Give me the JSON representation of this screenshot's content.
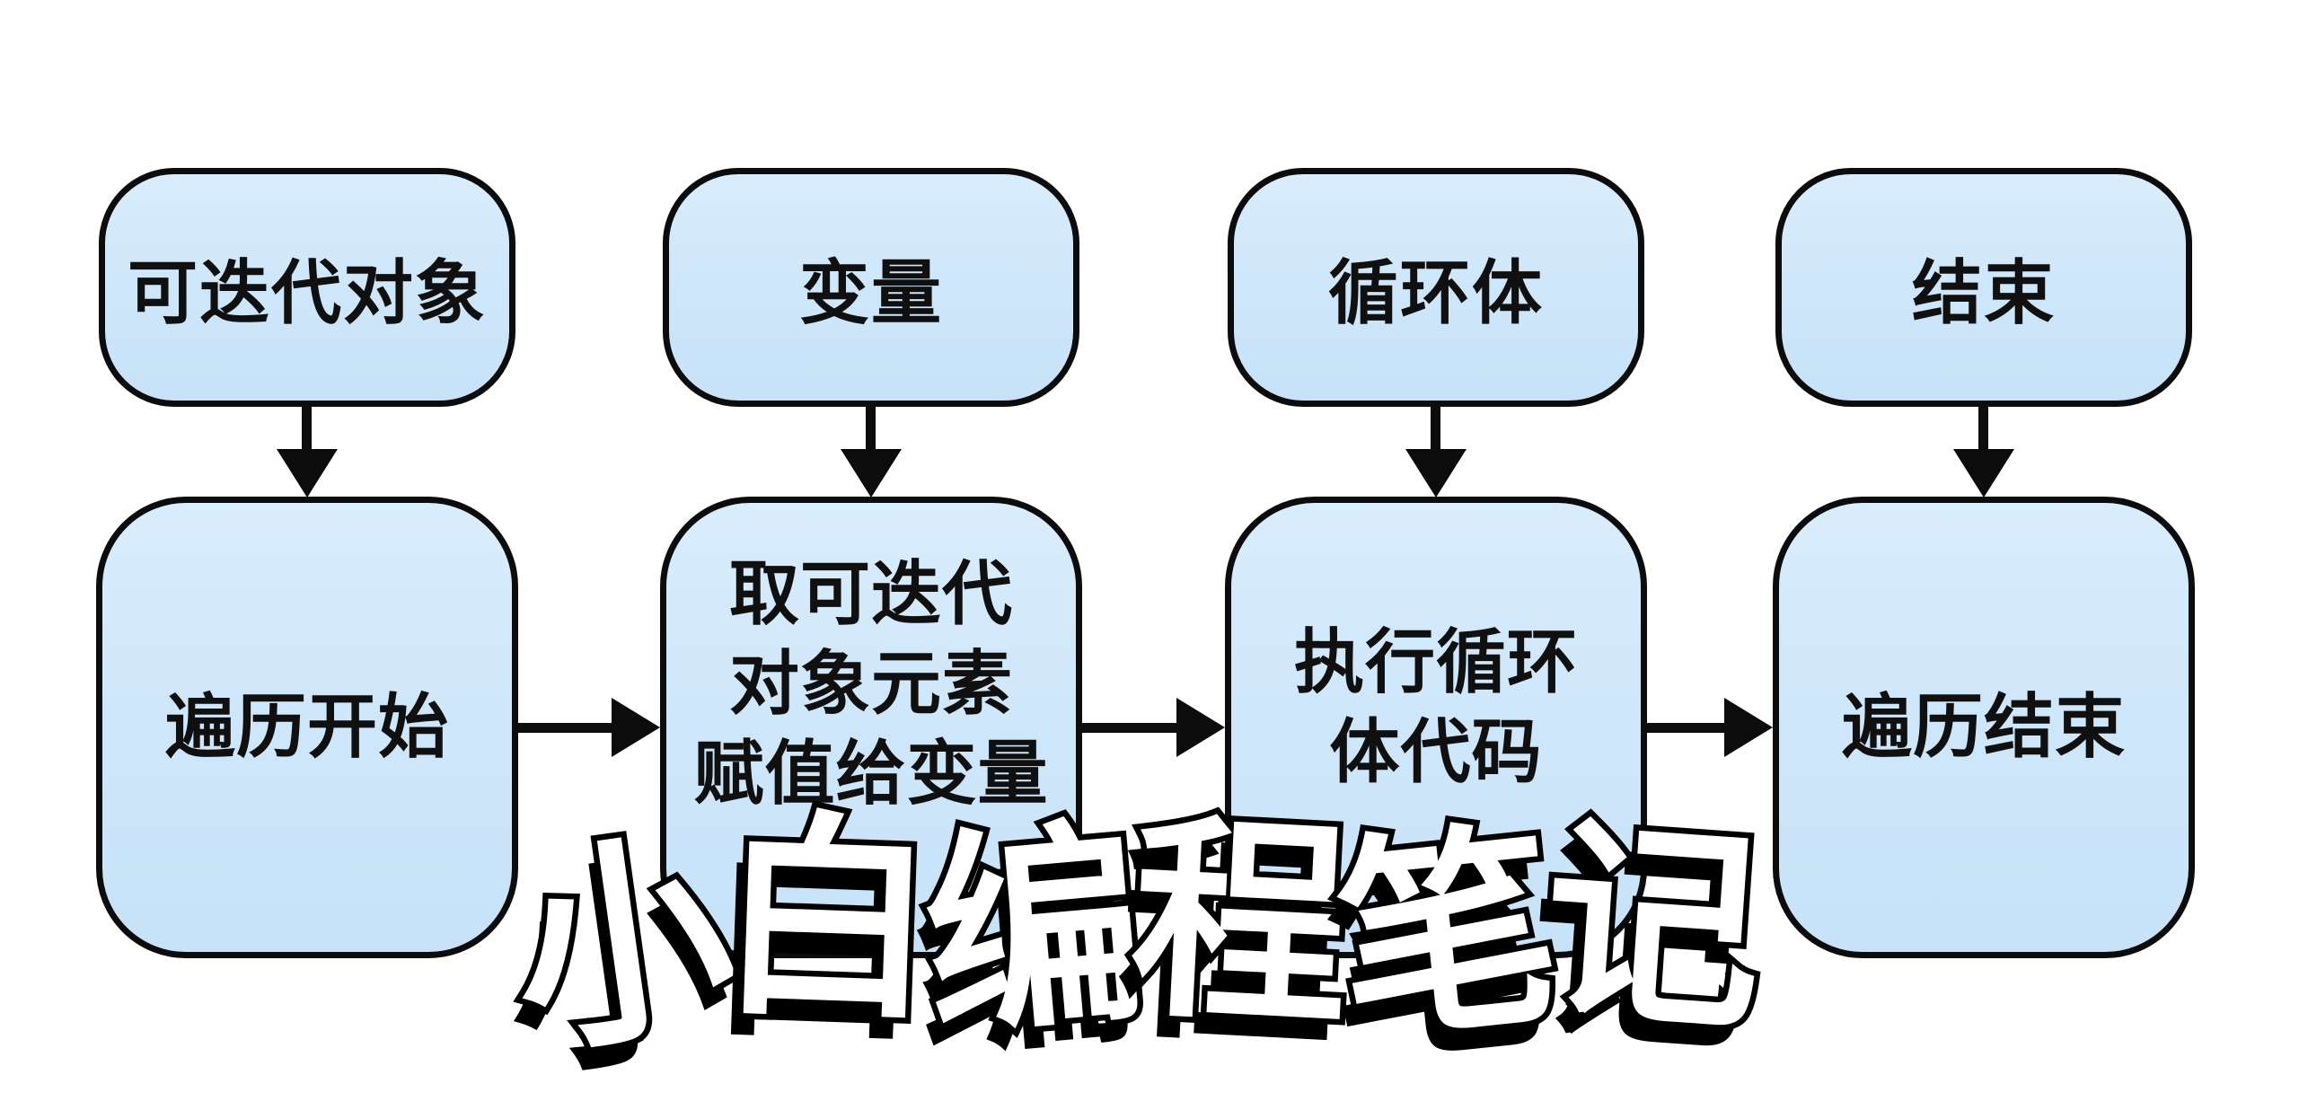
{
  "flowchart": {
    "colors": {
      "background": "#ffffff",
      "node_fill": "#cfe7fa",
      "node_border": "#0c0c0c",
      "text": "#101010",
      "arrow": "#0c0c0c",
      "watermark_fill": "#ffffff",
      "watermark_outline": "#000000"
    },
    "top_nodes": [
      {
        "label": "可迭代对象"
      },
      {
        "label": "变量"
      },
      {
        "label": "循环体"
      },
      {
        "label": "结束"
      }
    ],
    "bottom_nodes": [
      {
        "lines": [
          "遍历开始"
        ]
      },
      {
        "lines": [
          "取可迭代",
          "对象元素",
          "赋值给变量"
        ]
      },
      {
        "lines": [
          "执行循环",
          "体代码"
        ]
      },
      {
        "lines": [
          "遍历结束"
        ]
      }
    ],
    "watermark": {
      "text": "小白编程笔记",
      "chars": [
        "小",
        "白",
        "编",
        "程",
        "笔",
        "记"
      ]
    }
  }
}
